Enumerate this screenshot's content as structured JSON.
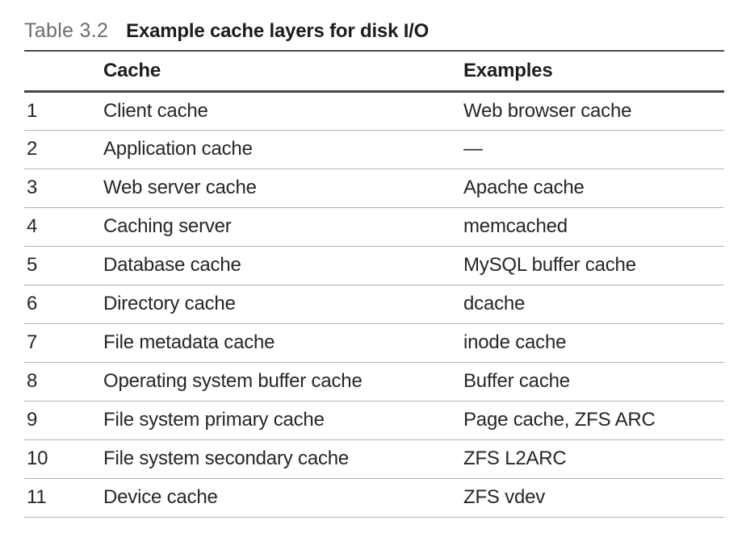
{
  "title": {
    "label": "Table 3.2",
    "caption": "Example cache layers for disk I/O"
  },
  "table": {
    "columns": {
      "number": "",
      "cache": "Cache",
      "examples": "Examples"
    },
    "rows": [
      {
        "number": "1",
        "cache": "Client cache",
        "example": "Web browser cache"
      },
      {
        "number": "2",
        "cache": "Application cache",
        "example": "—"
      },
      {
        "number": "3",
        "cache": "Web server cache",
        "example": "Apache cache"
      },
      {
        "number": "4",
        "cache": "Caching server",
        "example": "memcached"
      },
      {
        "number": "5",
        "cache": "Database cache",
        "example": "MySQL buffer cache"
      },
      {
        "number": "6",
        "cache": "Directory cache",
        "example": "dcache"
      },
      {
        "number": "7",
        "cache": "File metadata cache",
        "example": "inode cache"
      },
      {
        "number": "8",
        "cache": "Operating system buffer cache",
        "example": "Buffer cache"
      },
      {
        "number": "9",
        "cache": "File system primary cache",
        "example": "Page cache, ZFS ARC"
      },
      {
        "number": "10",
        "cache": "File system secondary cache",
        "example": "ZFS L2ARC"
      },
      {
        "number": "11",
        "cache": "Device cache",
        "example": "ZFS vdev"
      }
    ]
  },
  "colors": {
    "background": "#ffffff",
    "title_label": "#6d6d6d",
    "title_caption": "#1c1c1c",
    "body_text": "#262626",
    "rule_dark": "#4a4a4a",
    "rule_light": "#b3b3b3"
  }
}
